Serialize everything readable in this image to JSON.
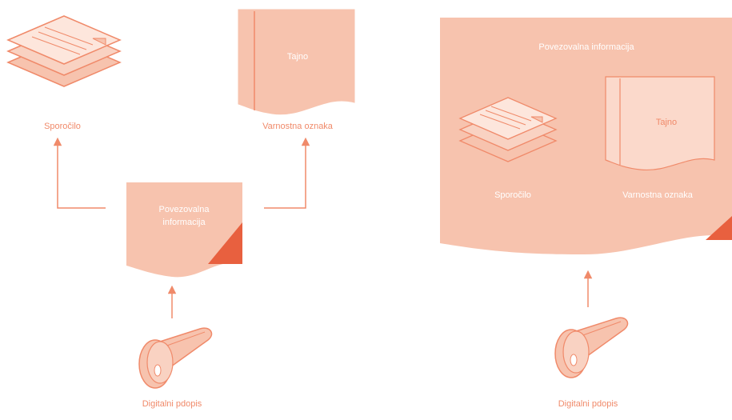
{
  "left_panel": {
    "message_label": "Sporočilo",
    "classification_tag": "Tajno",
    "classification_label": "Varnostna oznaka",
    "binding_title": "Povezovalna informacija",
    "signature_label": "Digitalni pdopis"
  },
  "right_panel": {
    "binding_title": "Povezovalna informacija",
    "message_label": "Sporočilo",
    "classification_tag": "Tajno",
    "classification_label": "Varnostna oznaka",
    "signature_label": "Digitalni pdopis"
  },
  "colors": {
    "fill": "#f7c3ae",
    "stroke": "#f08a6a",
    "accent": "#e8603f",
    "paper": "#fde6dc"
  },
  "icons": {
    "message": "document-stack-icon",
    "classification": "classified-document-icon",
    "signature": "key-icon"
  }
}
